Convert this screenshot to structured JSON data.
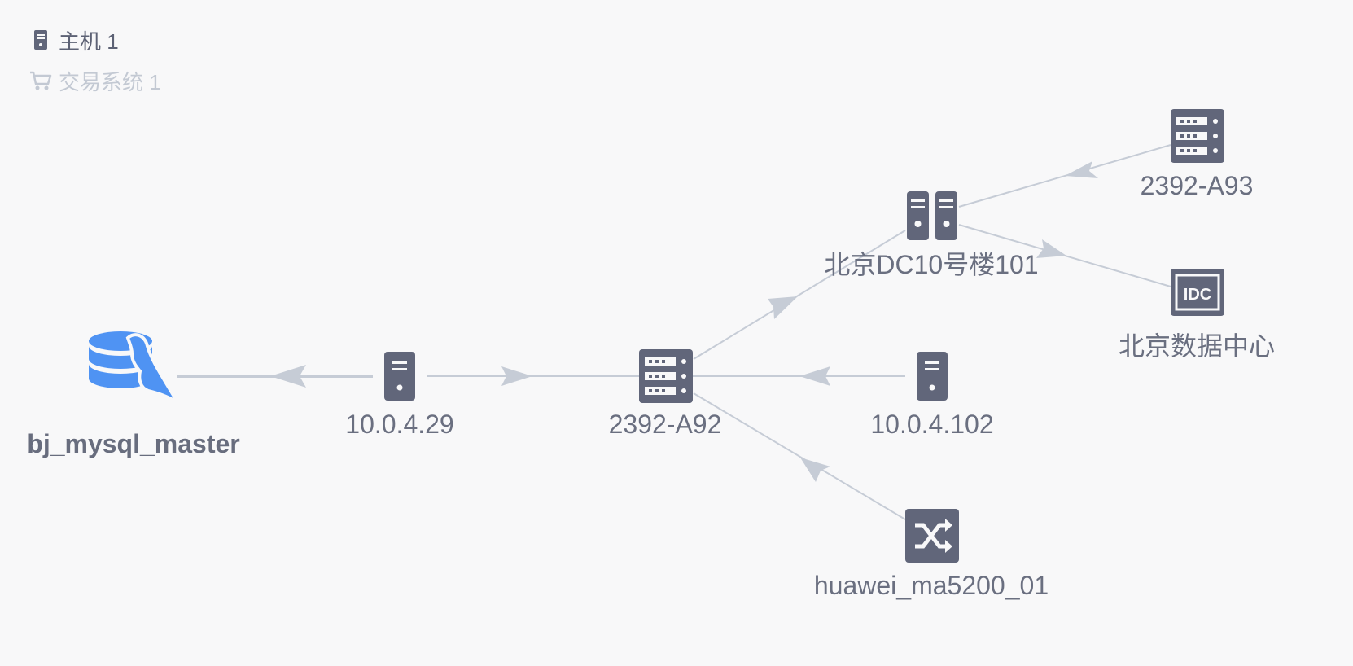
{
  "legend": {
    "items": [
      {
        "label": "主机 1",
        "icon": "host-icon",
        "active": true
      },
      {
        "label": "交易系统 1",
        "icon": "cart-icon",
        "active": false
      }
    ]
  },
  "nodes": {
    "mysql": {
      "label": "bj_mysql_master",
      "icon": "mysql-database-icon"
    },
    "host1": {
      "label": "10.0.4.29",
      "icon": "host-icon"
    },
    "a92": {
      "label": "2392-A92",
      "icon": "rack-server-icon"
    },
    "dc": {
      "label": "北京DC10号楼101",
      "icon": "cabinet-icon"
    },
    "a93": {
      "label": "2392-A93",
      "icon": "rack-server-icon"
    },
    "idc": {
      "label": "北京数据中心",
      "icon": "idc-icon",
      "badge": "IDC"
    },
    "host2": {
      "label": "10.0.4.102",
      "icon": "host-icon"
    },
    "switch": {
      "label": "huawei_ma5200_01",
      "icon": "switch-icon"
    }
  },
  "colors": {
    "icon": "#61667a",
    "database": "#4f93f3",
    "edge": "#c6ccd6",
    "label": "#6a6f80",
    "legend_disabled": "#c3c9d3",
    "background": "#f8f8f9"
  }
}
